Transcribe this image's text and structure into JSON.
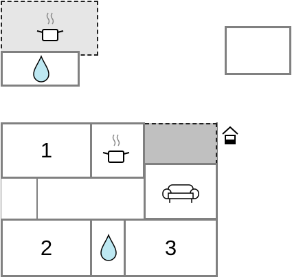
{
  "floorplan": {
    "rooms": [
      {
        "id": "bedroom-1",
        "label": "1"
      },
      {
        "id": "bedroom-2",
        "label": "2"
      },
      {
        "id": "bedroom-3",
        "label": "3"
      }
    ],
    "icons": {
      "kitchen": "cooking-pot-icon",
      "bathroom": "water-drop-icon",
      "living": "sofa-icon",
      "entrance": "house-entrance-icon"
    },
    "colors": {
      "wall": "#808080",
      "outdoor_fill": "#e6e6e6",
      "terrace_fill": "#c0c0c0",
      "water": "#bde8f2"
    }
  }
}
